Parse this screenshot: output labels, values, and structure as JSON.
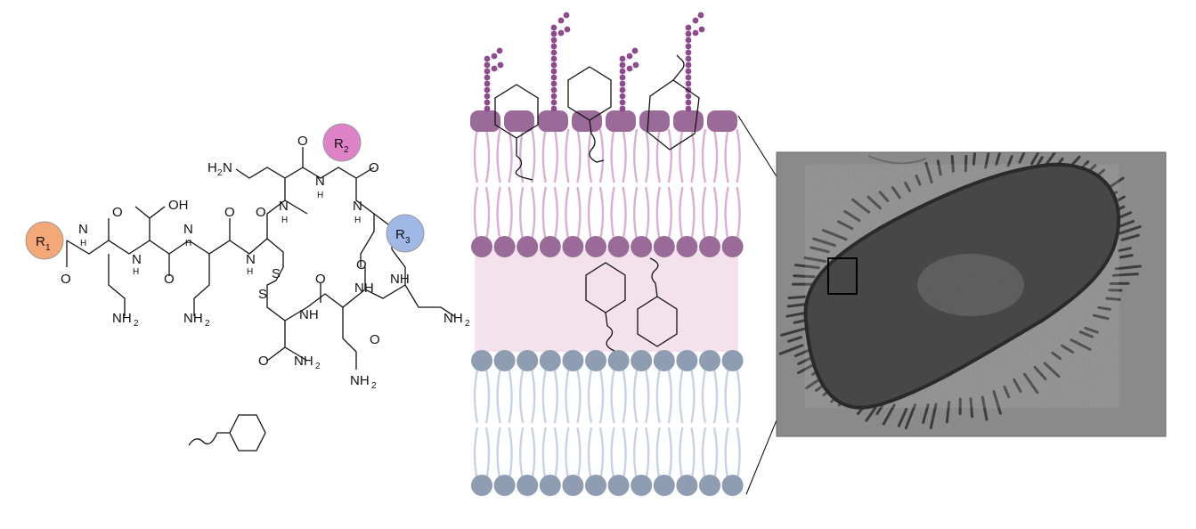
{
  "structure": {
    "r_groups": [
      {
        "label": "R",
        "sub": "1",
        "color": "#f5a877"
      },
      {
        "label": "R",
        "sub": "2",
        "color": "#de82c8"
      },
      {
        "label": "R",
        "sub": "3",
        "color": "#9fb8e6"
      }
    ],
    "atoms": {
      "oh": "OH",
      "nh": "NH",
      "n": "N",
      "h": "H",
      "o": "O",
      "s": "S",
      "nh2": "NH",
      "sub2": "2",
      "h2n": "H",
      "h2n_sub": "2",
      "h2n_n": "N"
    }
  },
  "membrane": {
    "outer_head_color": "#9a6b98",
    "outer_tail_color": "#d7b0d4",
    "periplasm_color": "#f3e1ec",
    "inner_head_color": "#8e9db2",
    "inner_tail_color": "#c8d2e3",
    "lps_color": "#8e4a8c"
  },
  "micrograph": {
    "background": "#8a8a8a",
    "cell_color": "#4a4a4a"
  }
}
